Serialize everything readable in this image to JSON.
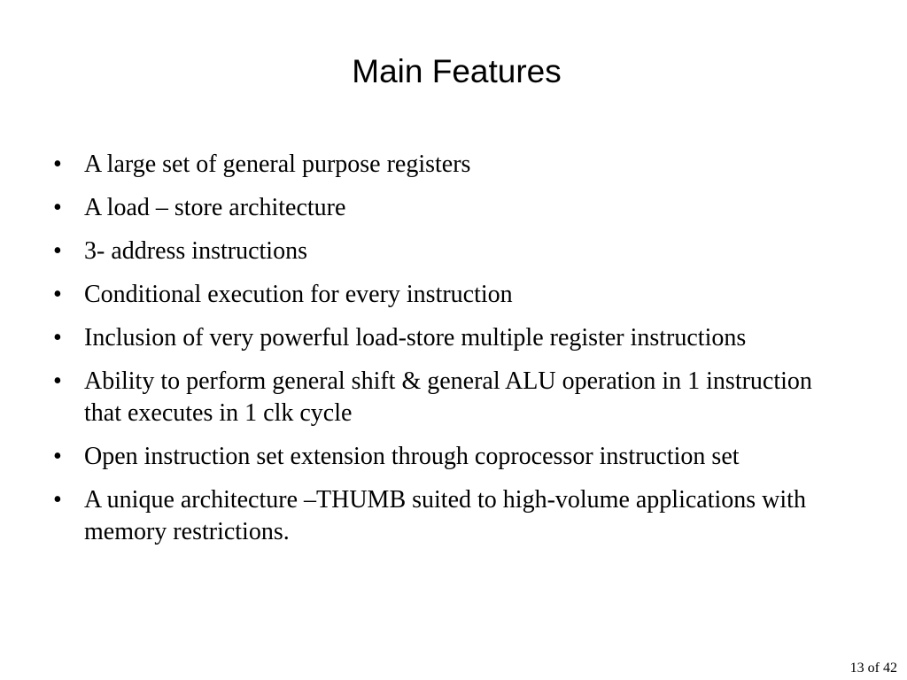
{
  "slide": {
    "title": "Main Features",
    "bullet_symbol": "•",
    "bullets": [
      "A large set of general purpose registers",
      "A load – store architecture",
      "3- address instructions",
      "Conditional execution for every instruction",
      "Inclusion of very powerful load-store multiple register instructions",
      "Ability to perform general shift & general ALU operation in 1 instruction that executes in 1 clk cycle",
      "Open instruction set extension through coprocessor instruction set",
      "A unique architecture –THUMB suited to high-volume applications with memory restrictions."
    ],
    "page_number": "13 of 42"
  }
}
